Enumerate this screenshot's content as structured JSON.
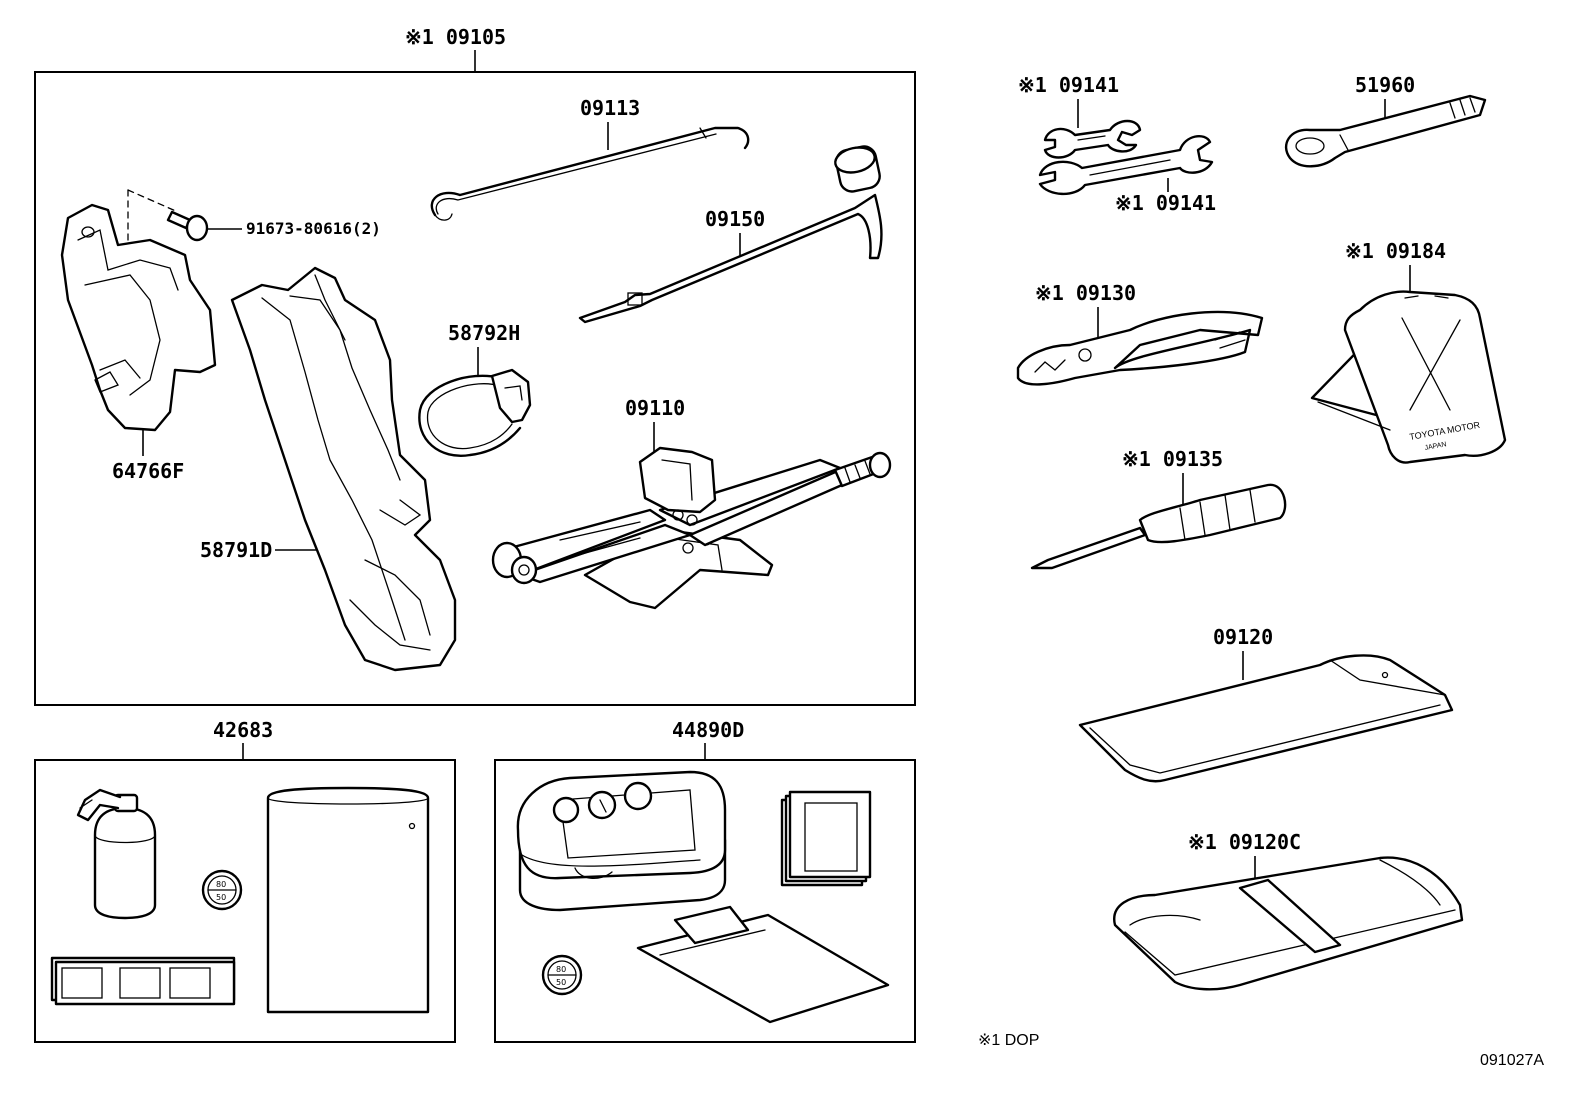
{
  "labels": {
    "p09105": "※1 09105",
    "p09113": "09113",
    "p91673": "91673-80616(2)",
    "p09150": "09150",
    "p58792H": "58792H",
    "p64766F": "64766F",
    "p09110": "09110",
    "p58791D": "58791D",
    "p42683": "42683",
    "p44890D": "44890D",
    "p09141a": "※1 09141",
    "p09141b": "※1 09141",
    "p51960": "51960",
    "p09130": "※1 09130",
    "p09184": "※1 09184",
    "p09135": "※1 09135",
    "p09120": "09120",
    "p09120C": "※1 09120C"
  },
  "gauge_text": {
    "top": "80",
    "bottom": "50"
  },
  "chock_text": {
    "line1": "TOYOTA MOTOR",
    "line2": "JAPAN"
  },
  "footnote": "※1  DOP",
  "diagram_id": "091027A",
  "colors": {
    "line": "#000000",
    "background": "#ffffff"
  }
}
